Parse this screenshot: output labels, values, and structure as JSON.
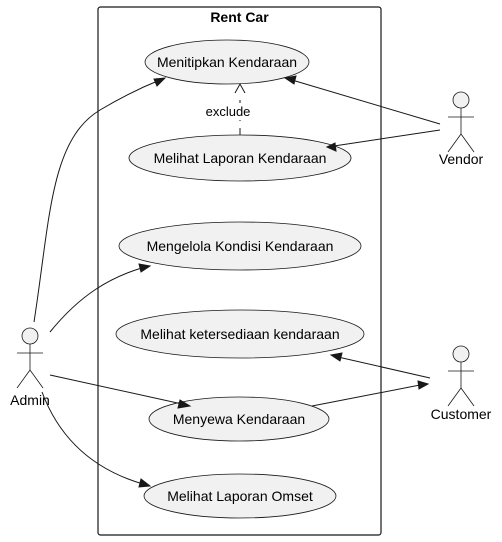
{
  "system": {
    "title": "Rent Car"
  },
  "use_cases": [
    {
      "id": "uc1",
      "label": "Menitipkan Kendaraan"
    },
    {
      "id": "uc2",
      "label": "Melihat Laporan Kendaraan"
    },
    {
      "id": "uc3",
      "label": "Mengelola Kondisi Kendaraan"
    },
    {
      "id": "uc4",
      "label": "Melihat ketersediaan kendaraan"
    },
    {
      "id": "uc5",
      "label": "Menyewa Kendaraan"
    },
    {
      "id": "uc6",
      "label": "Melihat Laporan Omset"
    }
  ],
  "actors": [
    {
      "id": "admin",
      "label": "Admin"
    },
    {
      "id": "vendor",
      "label": "Vendor"
    },
    {
      "id": "customer",
      "label": "Customer"
    }
  ],
  "relations": [
    {
      "from": "admin",
      "to": "uc1",
      "style": "arrow"
    },
    {
      "from": "admin",
      "to": "uc3",
      "style": "arrow"
    },
    {
      "from": "admin",
      "to": "uc5",
      "style": "arrow"
    },
    {
      "from": "admin",
      "to": "uc6",
      "style": "arrow"
    },
    {
      "from": "vendor",
      "to": "uc1",
      "style": "arrow"
    },
    {
      "from": "vendor",
      "to": "uc2",
      "style": "arrow"
    },
    {
      "from": "uc5",
      "to": "customer",
      "style": "arrow"
    },
    {
      "from": "customer",
      "to": "uc4",
      "style": "arrow"
    },
    {
      "from": "uc2",
      "to": "uc1",
      "style": "dashed",
      "label": "exclude"
    }
  ],
  "colors": {
    "use_case_fill": "#f1f1f1",
    "stroke": "#181818",
    "background": "#ffffff"
  }
}
